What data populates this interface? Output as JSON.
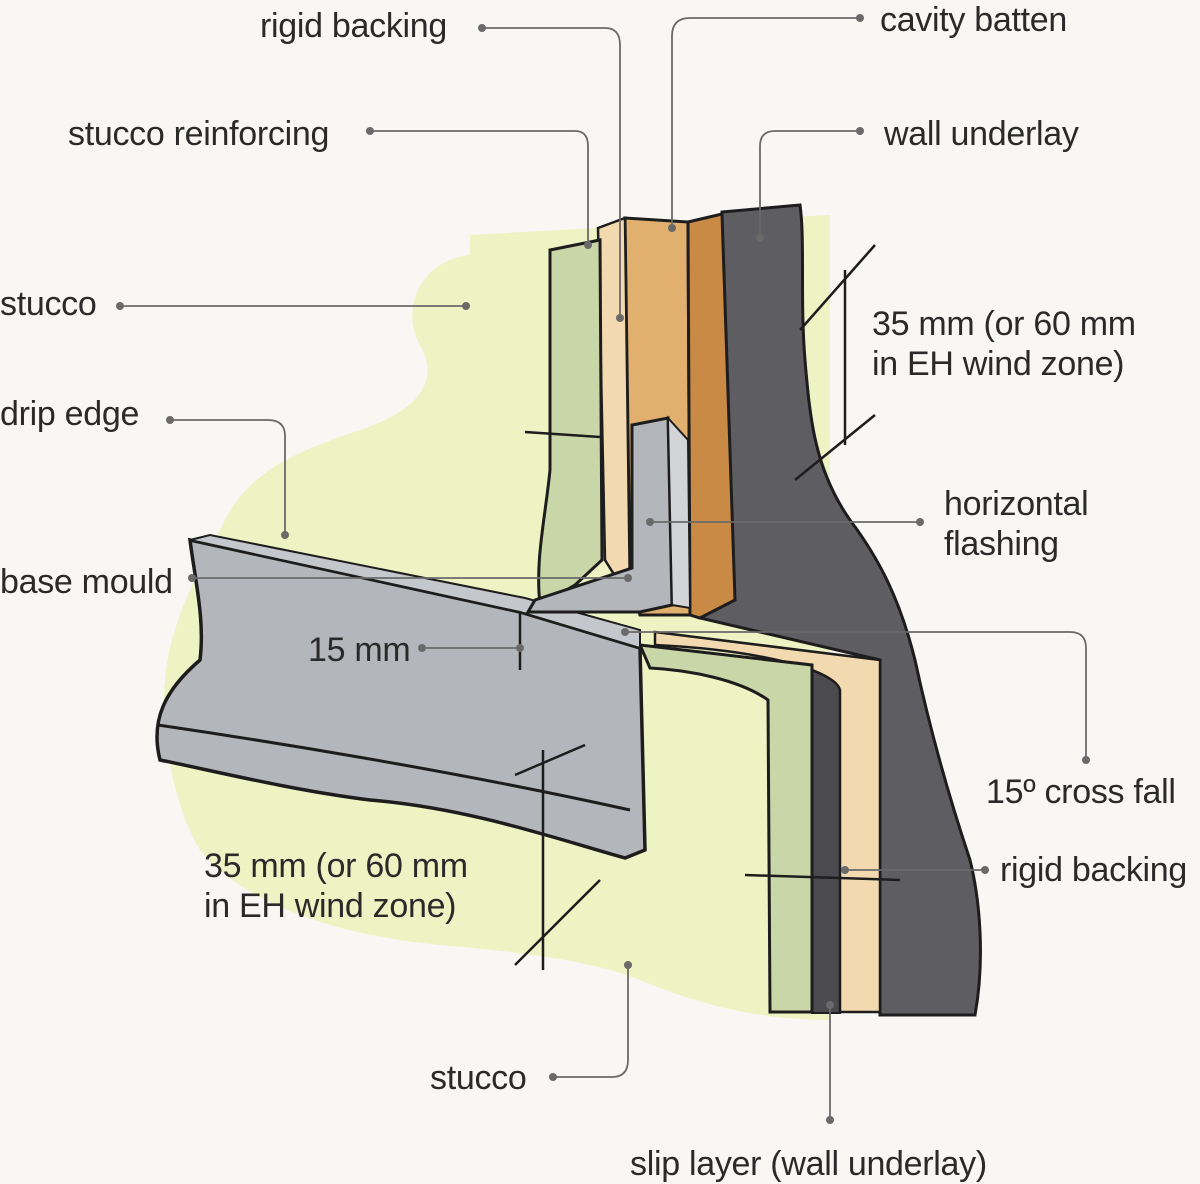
{
  "labels": {
    "rigid_backing_top": "rigid backing",
    "cavity_batten": "cavity batten",
    "stucco_reinforcing": "stucco reinforcing",
    "wall_underlay": "wall underlay",
    "stucco_top": "stucco",
    "clearance_upper_line1": "35 mm (or 60 mm",
    "clearance_upper_line2": "in EH wind zone)",
    "drip_edge": "drip edge",
    "horizontal_flashing_line1": "horizontal",
    "horizontal_flashing_line2": "flashing",
    "base_mould": "base mould",
    "gap_15mm": "15 mm",
    "cross_fall": "15º cross fall",
    "rigid_backing_bottom": "rigid backing",
    "clearance_lower_line1": "35 mm (or 60 mm",
    "clearance_lower_line2": "in EH wind zone)",
    "stucco_bottom": "stucco",
    "slip_layer": "slip layer (wall underlay)"
  },
  "colors": {
    "background": "#f8f7f3",
    "stucco_wash": "#eef3c4",
    "stucco_section": "#c9d6a8",
    "timber_light": "#f3d9b0",
    "timber_batten": "#e2b06e",
    "timber_dark": "#c98a45",
    "wall_underlay": "#5e5d62",
    "flashing": "#b3b6ba",
    "outline": "#1d1d1d",
    "leader": "#6a6a6a"
  }
}
